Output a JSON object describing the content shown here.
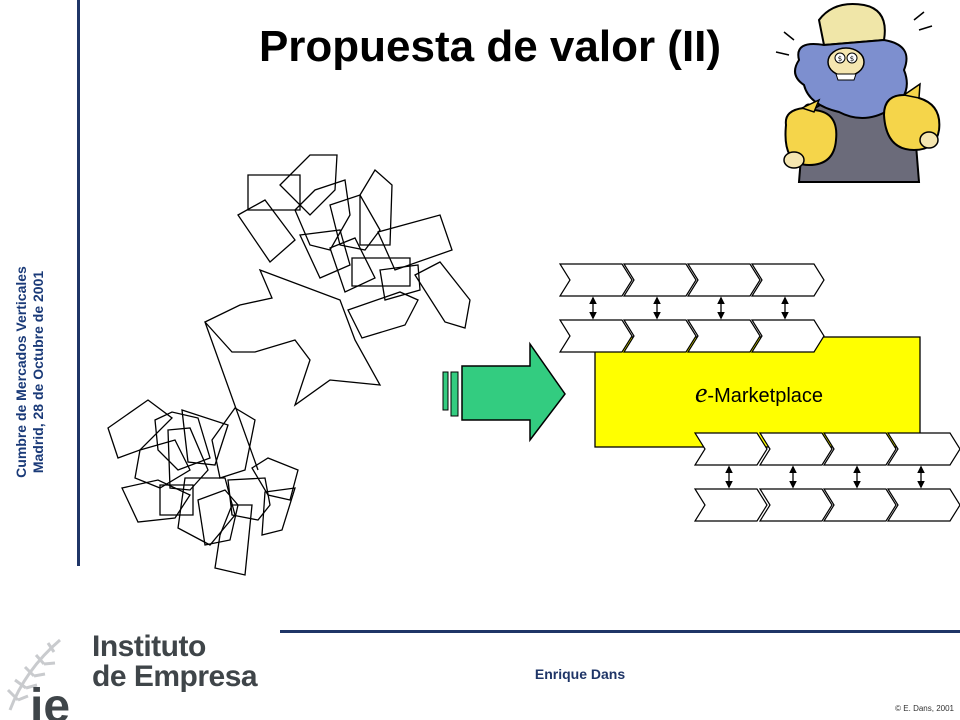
{
  "side_caption": {
    "line1": "Cumbre de Mercados Verticales",
    "line2": "Madrid, 28 de Octubre de 2001"
  },
  "title": "Propuesta de valor (II)",
  "marketplace": {
    "prefix": "e",
    "label": "-Marketplace"
  },
  "footer": {
    "logo_line1": "Instituto",
    "logo_line2": "de Empresa",
    "logo_mark": "ie",
    "author": "Enrique Dans",
    "copyright": "© E. Dans, 2001"
  },
  "colors": {
    "navy": "#1f3567",
    "marketplace_fill": "#ffff00",
    "arrow_fill": "#33cc80"
  }
}
